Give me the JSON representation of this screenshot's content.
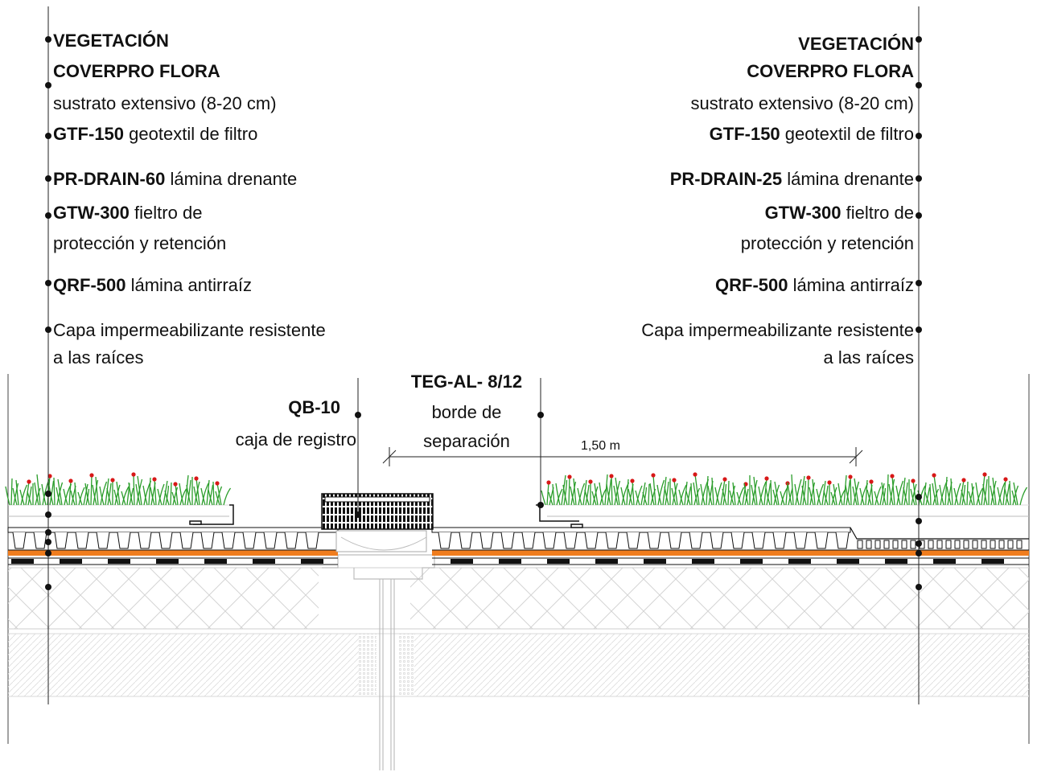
{
  "left": {
    "vegetation": "VEGETACIÓN",
    "coverpro": "COVERPRO FLORA",
    "substrate": "sustrato extensivo (8-20 cm)",
    "gtf_code": "GTF-150",
    "gtf_text": "geotextil de filtro",
    "drain_code": "PR-DRAIN-60",
    "drain_text": "lámina drenante",
    "gtw_code": "GTW-300",
    "gtw_text1": "fieltro de",
    "gtw_text2": "protección y retención",
    "qrf_code": "QRF-500",
    "qrf_text": "lámina antirraíz",
    "cap_line1": "Capa impermeabilizante resistente",
    "cap_line2": "a las raíces"
  },
  "right": {
    "vegetation": "VEGETACIÓN",
    "coverpro": "COVERPRO FLORA",
    "substrate": "sustrato extensivo (8-20 cm)",
    "gtf_code": "GTF-150",
    "gtf_text": "geotextil de filtro",
    "drain_code": "PR-DRAIN-25",
    "drain_text": "lámina drenante",
    "gtw_code": "GTW-300",
    "gtw_text1": "fieltro de",
    "gtw_text2": "protección y retención",
    "qrf_code": "QRF-500",
    "qrf_text": "lámina antirraíz",
    "cap_line1": "Capa impermeabilizante resistente",
    "cap_line2": "a las raíces"
  },
  "center": {
    "qb_code": "QB-10",
    "qb_text": "caja de registro",
    "teg_code": "TEG-AL- 8/12",
    "teg_text1": "borde de",
    "teg_text2": "separación",
    "dimension": "1,50 m"
  },
  "colors": {
    "orange_layer": "#f07d1e",
    "plant_green": "#2a9d2a",
    "flower_red": "#d81818",
    "hatch_gray": "#d0d0d0",
    "line": "#222222"
  }
}
